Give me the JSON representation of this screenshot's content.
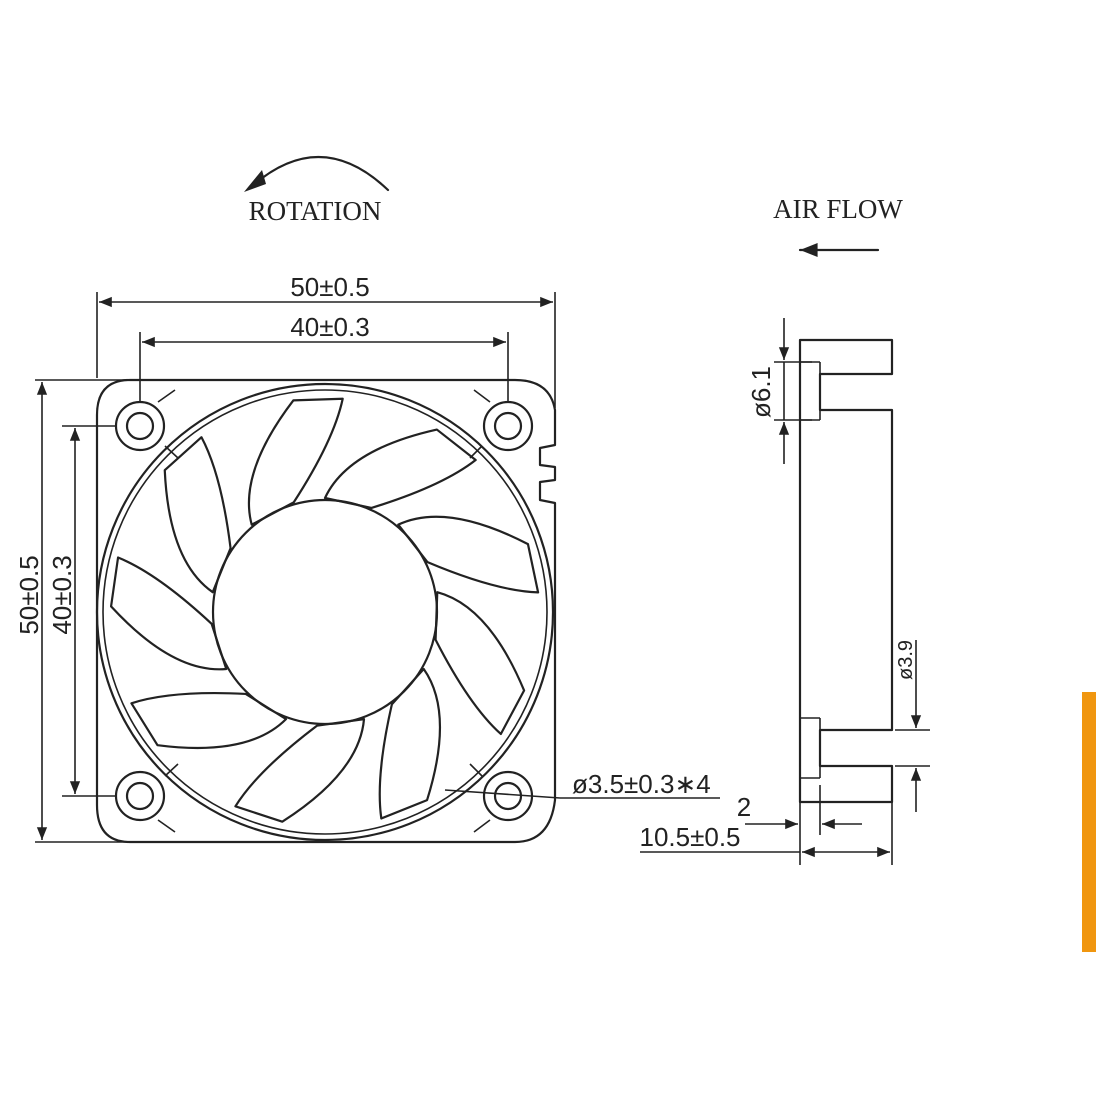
{
  "front_view": {
    "rotation_label": "ROTATION",
    "dim_outer_width": "50±0.5",
    "dim_hole_width": "40±0.3",
    "dim_outer_height": "50±0.5",
    "dim_hole_height": "40±0.3",
    "dim_holes": "ø3.5±0.3∗4"
  },
  "side_view": {
    "airflow_label": "AIR FLOW",
    "dim_top_dia": "ø6.1",
    "dim_bottom_dia": "ø3.9",
    "dim_flange": "2",
    "dim_thickness": "10.5±0.5"
  },
  "colors": {
    "line": "#222222",
    "accent_bar": "#f0960f"
  }
}
